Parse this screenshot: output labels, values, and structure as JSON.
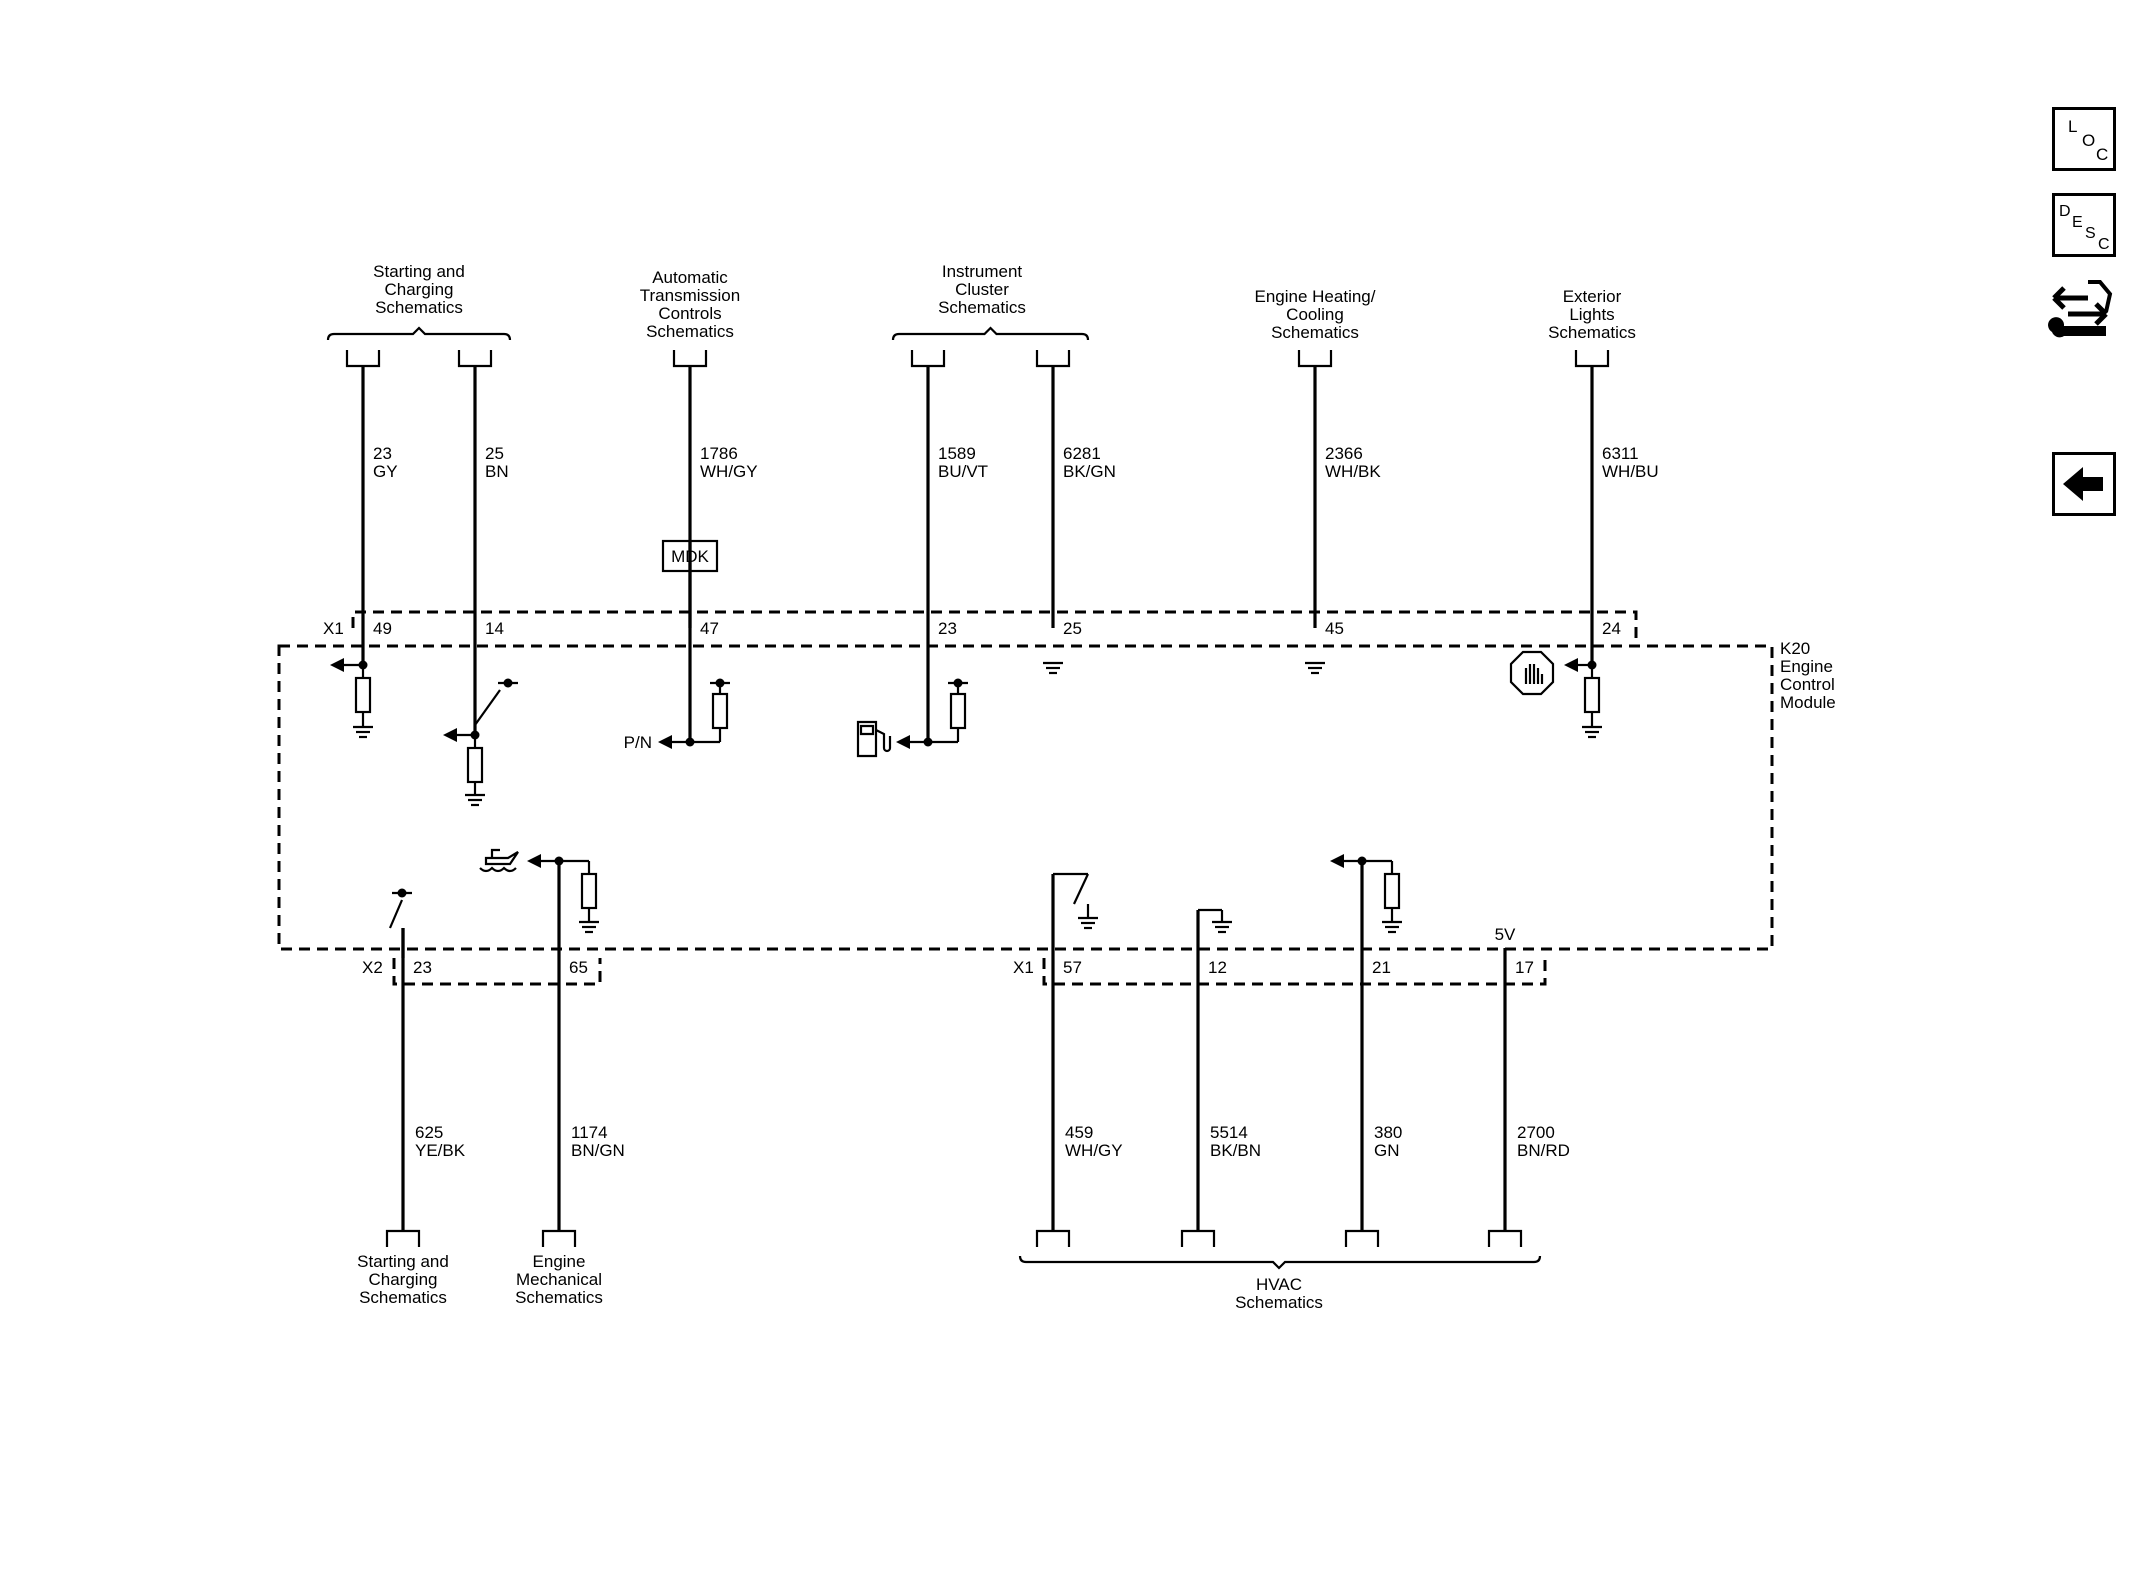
{
  "top_groups": [
    {
      "name": "Starting and\nCharging\nSchematics",
      "wires": [
        {
          "circuit": "23",
          "color": "GY",
          "pin": "49"
        },
        {
          "circuit": "25",
          "color": "BN",
          "pin": "14"
        }
      ]
    },
    {
      "name": "Automatic\nTransmission\nControls\nSchematics",
      "wires": [
        {
          "circuit": "1786",
          "color": "WH/GY",
          "pin": "47"
        }
      ]
    },
    {
      "name": "Instrument\nCluster\nSchematics",
      "wires": [
        {
          "circuit": "1589",
          "color": "BU/VT",
          "pin": "23"
        },
        {
          "circuit": "6281",
          "color": "BK/GN",
          "pin": "25"
        }
      ]
    },
    {
      "name": "Engine Heating/\nCooling\nSchematics",
      "wires": [
        {
          "circuit": "2366",
          "color": "WH/BK",
          "pin": "45"
        }
      ]
    },
    {
      "name": "Exterior\nLights\nSchematics",
      "wires": [
        {
          "circuit": "6311",
          "color": "WH/BU",
          "pin": "24"
        }
      ]
    }
  ],
  "bottom_groups": [
    {
      "name": "Starting and\nCharging\nSchematics",
      "wires": [
        {
          "circuit": "625",
          "color": "YE/BK",
          "pin": "23"
        }
      ]
    },
    {
      "name": "Engine\nMechanical\nSchematics",
      "wires": [
        {
          "circuit": "1174",
          "color": "BN/GN",
          "pin": "65"
        }
      ]
    },
    {
      "name": "HVAC\nSchematics",
      "wires": [
        {
          "circuit": "459",
          "color": "WH/GY",
          "pin": "57"
        },
        {
          "circuit": "5514",
          "color": "BK/BN",
          "pin": "12"
        },
        {
          "circuit": "380",
          "color": "GN",
          "pin": "21"
        },
        {
          "circuit": "2700",
          "color": "BN/RD",
          "pin": "17"
        }
      ]
    }
  ],
  "connectors": {
    "top": "X1",
    "bottom_left": "X2",
    "bottom_right": "X1"
  },
  "inline_component": "MDK",
  "module": {
    "name": "K20\nEngine\nControl\nModule",
    "supply": "5V"
  },
  "signal_labels": {
    "pn": "P/N"
  },
  "icons": [
    "fuel-pump-icon",
    "stop-hand-icon",
    "oil-can-icon"
  ],
  "nav": {
    "loc": "LOC",
    "desc": "DESC",
    "connector_icon": "connector-repair-icon",
    "back_icon": "back-arrow-icon"
  }
}
